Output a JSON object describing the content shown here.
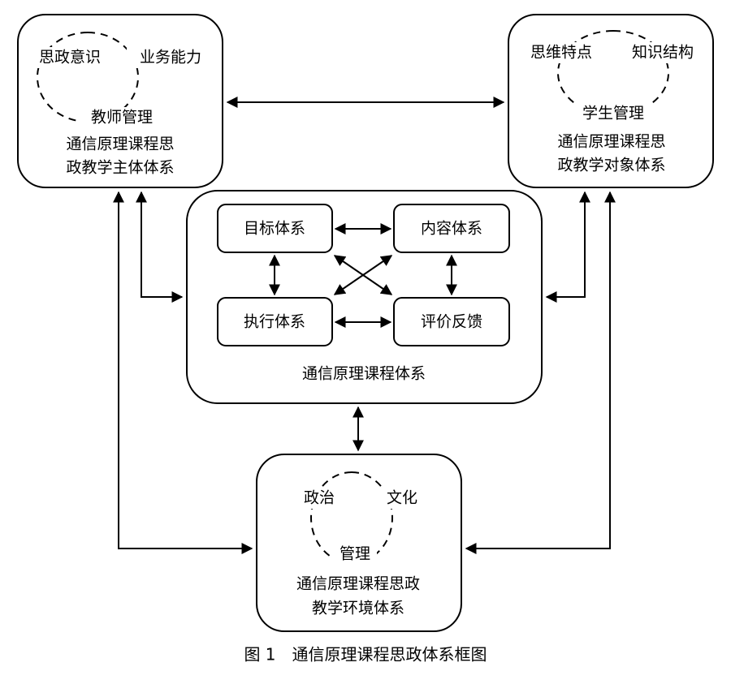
{
  "teacher": {
    "left_cycle": "思政意识",
    "right_cycle": "业务能力",
    "bottom_cycle": "教师管理",
    "title_line1": "通信原理课程思",
    "title_line2": "政教学主体体系"
  },
  "student": {
    "left_cycle": "思维特点",
    "right_cycle": "知识结构",
    "bottom_cycle": "学生管理",
    "title_line1": "通信原理课程思",
    "title_line2": "政教学对象体系"
  },
  "course": {
    "goal": "目标体系",
    "content": "内容体系",
    "execution": "执行体系",
    "evaluation": "评价反馈",
    "title": "通信原理课程体系"
  },
  "environment": {
    "left_cycle": "政治",
    "right_cycle": "文化",
    "bottom_cycle": "管理",
    "title_line1": "通信原理课程思政",
    "title_line2": "教学环境体系"
  },
  "caption": "图 1　通信原理课程思政体系框图"
}
